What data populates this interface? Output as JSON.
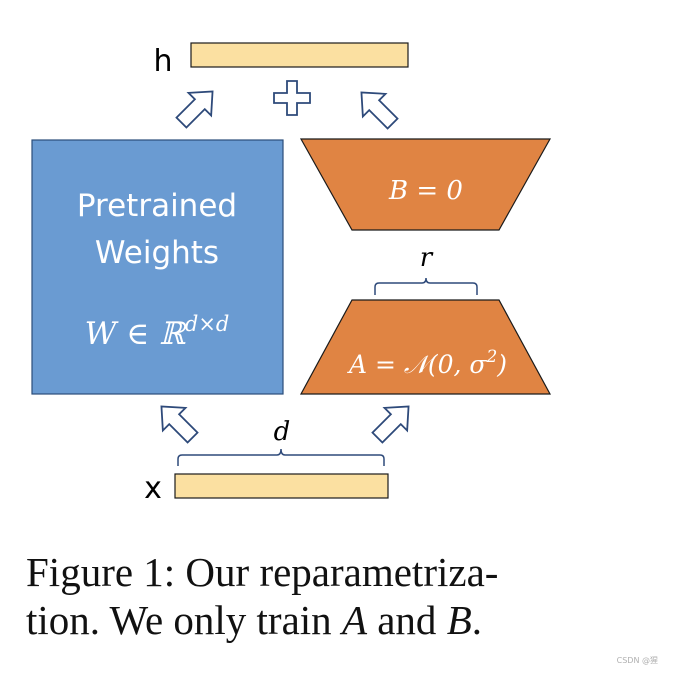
{
  "diagram": {
    "output_label": "h",
    "input_label": "x",
    "plus_symbol": "+",
    "pretrained_block": {
      "line1": "Pretrained",
      "line2": "Weights",
      "formula": "W ∈ ℝ",
      "formula_sup": "d×d"
    },
    "matrix_b": {
      "label": "B = 0"
    },
    "matrix_a": {
      "label_main": "A = 𝒩(0, σ",
      "label_sup": "2",
      "label_end": ")"
    },
    "rank_label": "r",
    "dim_label": "d"
  },
  "caption": {
    "line1": "Figure 1: Our reparametriza-",
    "line2_prefix": "tion. We only train ",
    "var_a": "A",
    "line2_mid": " and ",
    "var_b": "B",
    "line2_end": "."
  },
  "watermark": "CSDN @猩",
  "colors": {
    "blue_block": "#6a9bd2",
    "orange_block": "#e08443",
    "vector_fill": "#fbe0a1",
    "arrow_stroke": "#2e4a7a"
  }
}
